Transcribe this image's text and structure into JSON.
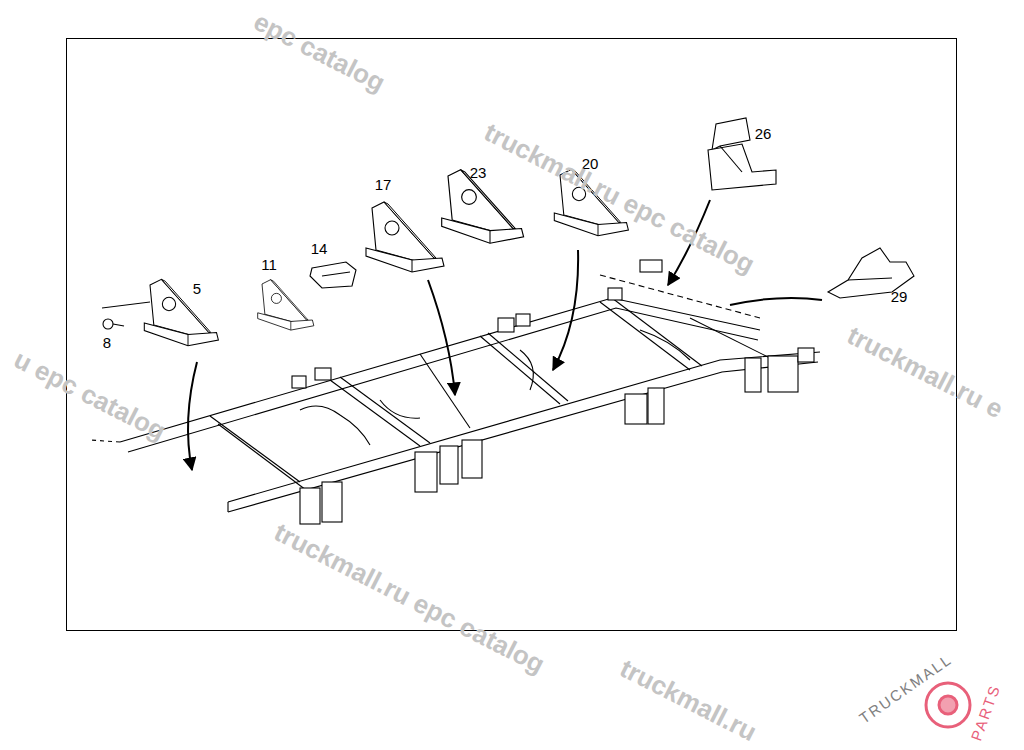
{
  "diagram": {
    "labels": [
      "26",
      "20",
      "23",
      "17",
      "14",
      "11",
      "5",
      "29",
      "8",
      "epc catalog",
      "truckmall.ru epc catalog",
      "u epc catalog",
      "truckmall.ru e",
      "truckmall.ru epc catalog",
      "truckmall.ru",
      "TRUCKMALL",
      "PARTS"
    ]
  }
}
